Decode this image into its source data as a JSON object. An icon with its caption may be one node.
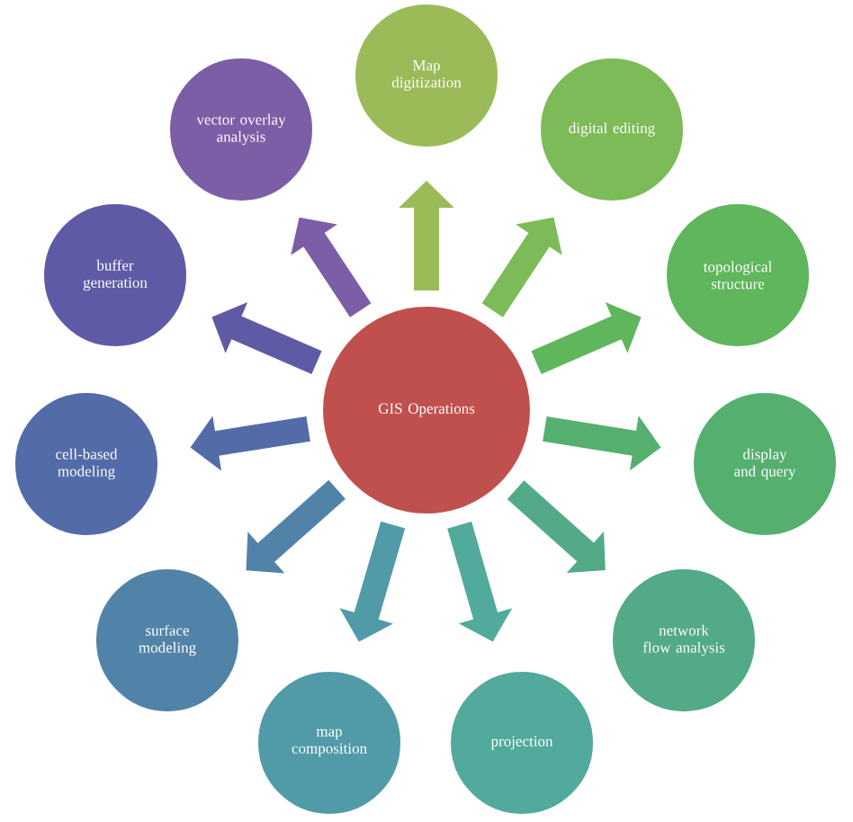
{
  "diagram": {
    "nodes": [
      {
        "text": [
          "GIS Operations"
        ]
      },
      {
        "text": [
          "Map digitization"
        ]
      },
      {
        "text": [
          "digital editing"
        ]
      },
      {
        "text": [
          "topological structure"
        ]
      },
      {
        "text": [
          "display and query"
        ]
      },
      {
        "text": [
          "network flow analysis"
        ]
      },
      {
        "text": [
          "projection"
        ]
      },
      {
        "text": [
          "map composition"
        ]
      },
      {
        "text": [
          "surface modeling"
        ]
      },
      {
        "text": [
          "cell-based modeling"
        ]
      },
      {
        "text": [
          "buffer generation"
        ]
      },
      {
        "text": [
          "vector overlay analysis"
        ]
      }
    ],
    "edges": [
      {
        "from": 0,
        "to": 1,
        "arrow": "to",
        "color": "#9bbb59"
      },
      {
        "from": 0,
        "to": 2,
        "arrow": "to",
        "color": "#7dbb58"
      },
      {
        "from": 0,
        "to": 3,
        "arrow": "to",
        "color": "#5fb65c"
      },
      {
        "from": 0,
        "to": 4,
        "arrow": "to",
        "color": "#55b070"
      },
      {
        "from": 0,
        "to": 5,
        "arrow": "to",
        "color": "#52aa86"
      },
      {
        "from": 0,
        "to": 6,
        "arrow": "to",
        "color": "#52aa9c"
      },
      {
        "from": 0,
        "to": 7,
        "arrow": "to",
        "color": "#519ba8"
      },
      {
        "from": 0,
        "to": 8,
        "arrow": "to",
        "color": "#5183a8"
      },
      {
        "from": 0,
        "to": 9,
        "arrow": "to",
        "color": "#536ba8"
      },
      {
        "from": 0,
        "to": 10,
        "arrow": "to",
        "color": "#5f5aa6"
      },
      {
        "from": 0,
        "to": 11,
        "arrow": "to",
        "color": "#7c5ea6"
      }
    ]
  }
}
